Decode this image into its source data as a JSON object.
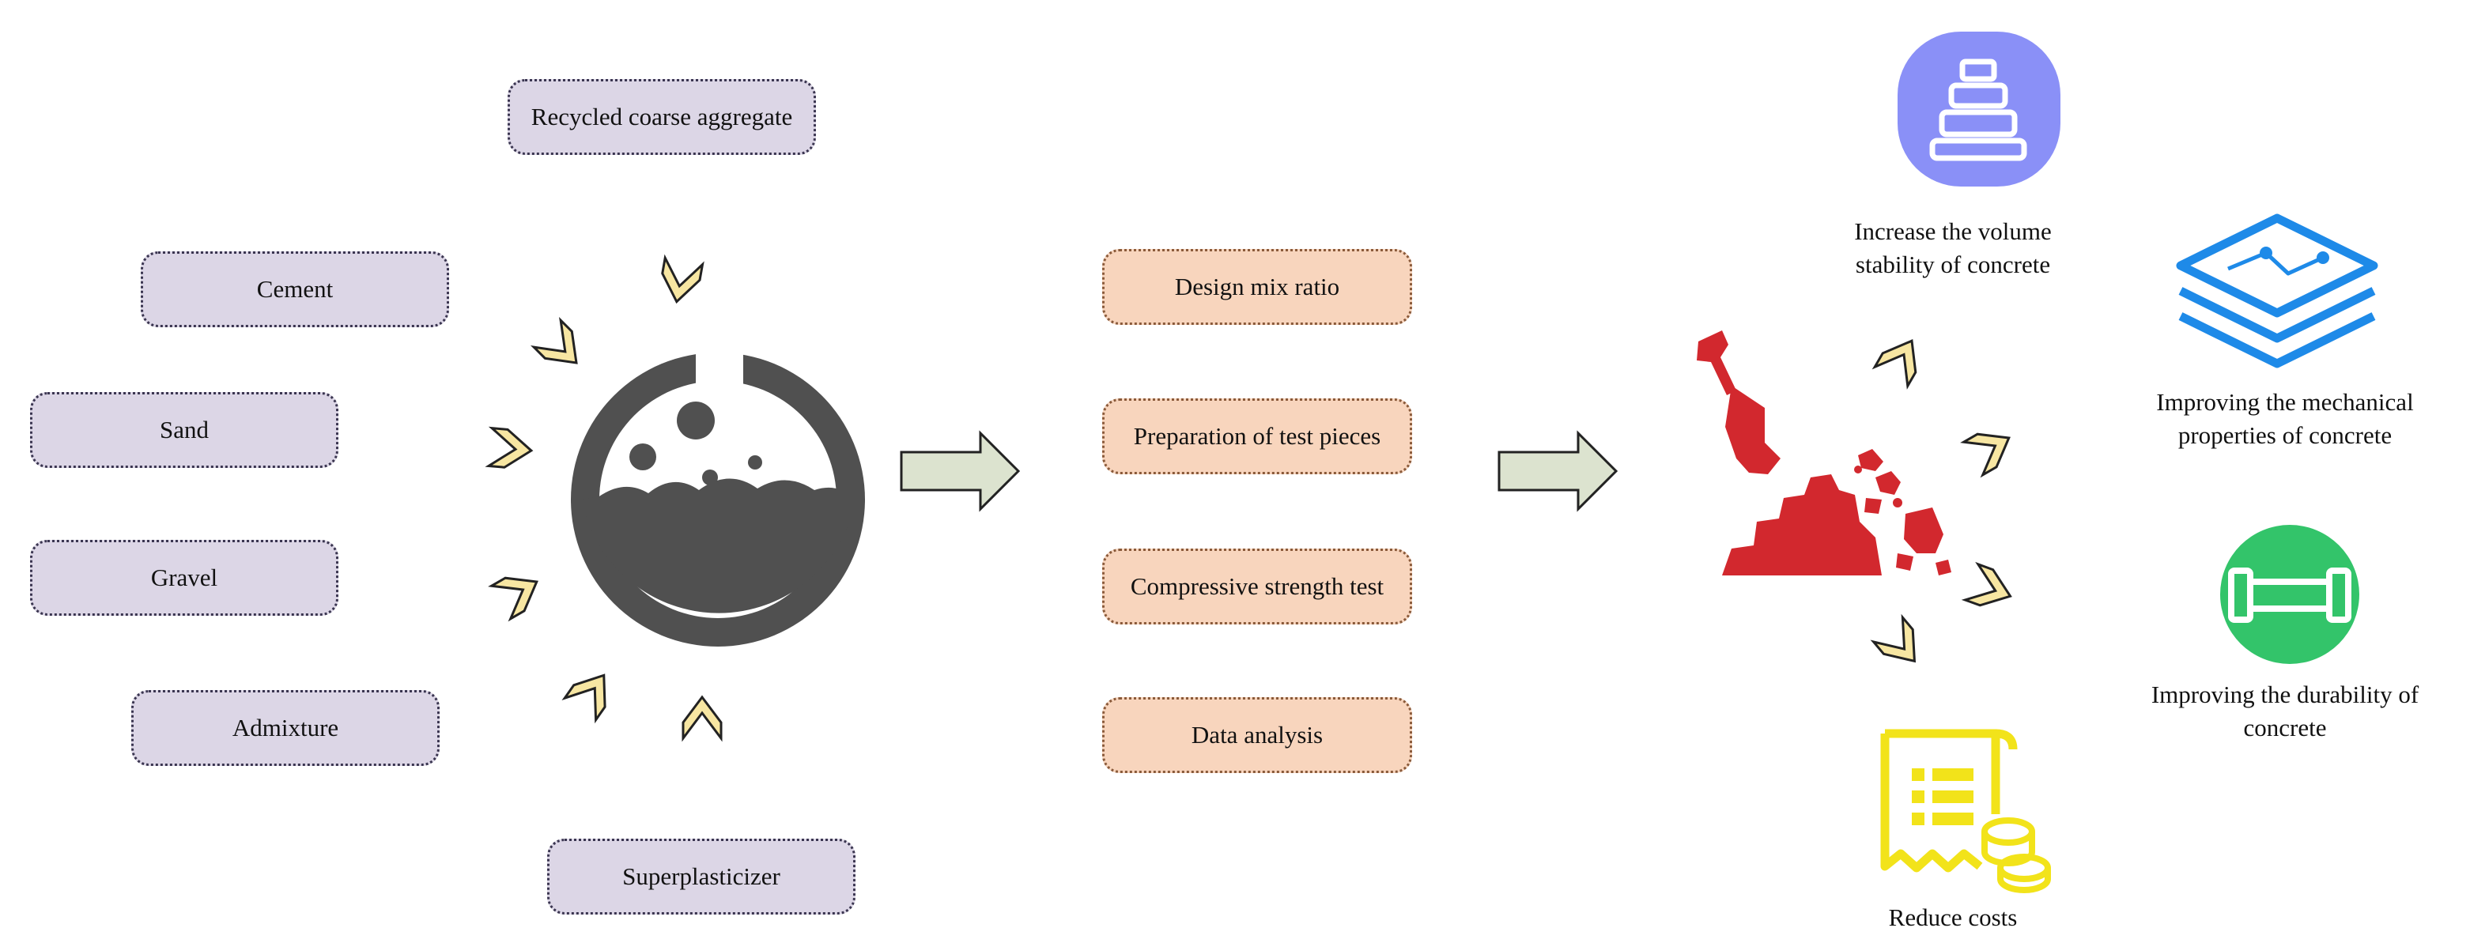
{
  "materials": [
    {
      "key": "recycled",
      "label": "Recycled coarse aggregate"
    },
    {
      "key": "cement",
      "label": "Cement"
    },
    {
      "key": "sand",
      "label": "Sand"
    },
    {
      "key": "gravel",
      "label": "Gravel"
    },
    {
      "key": "admixture",
      "label": "Admixture"
    },
    {
      "key": "superplasticizer",
      "label": "Superplasticizer"
    }
  ],
  "steps": [
    {
      "key": "design",
      "label": "Design mix ratio"
    },
    {
      "key": "preparation",
      "label": "Preparation of test pieces"
    },
    {
      "key": "compressive",
      "label": "Compressive strength test"
    },
    {
      "key": "analysis",
      "label": "Data analysis"
    }
  ],
  "outcomes": [
    {
      "key": "volume",
      "label": "Increase the volume stability of concrete"
    },
    {
      "key": "mechanical",
      "label": "Improving the mechanical properties of concrete"
    },
    {
      "key": "durability",
      "label": "Improving the durability of concrete"
    },
    {
      "key": "costs",
      "label": "Reduce costs"
    }
  ],
  "colors": {
    "material_box": "#dcd6e6",
    "step_box": "#f8d5bd",
    "chevron": "#f7e6a2",
    "mixer": "#505050",
    "shovel": "#d2282e",
    "volume_icon": "#8a90f7",
    "layers_icon": "#1e8ae8",
    "durability_icon": "#33c46a",
    "costs_icon": "#f2e31a",
    "block_arrow": "#dce3cf"
  },
  "icons": [
    "mixer-icon",
    "shovel-rubble-icon",
    "stacked-rings-icon",
    "layers-icon",
    "dumbbell-icon",
    "receipt-coins-icon"
  ]
}
